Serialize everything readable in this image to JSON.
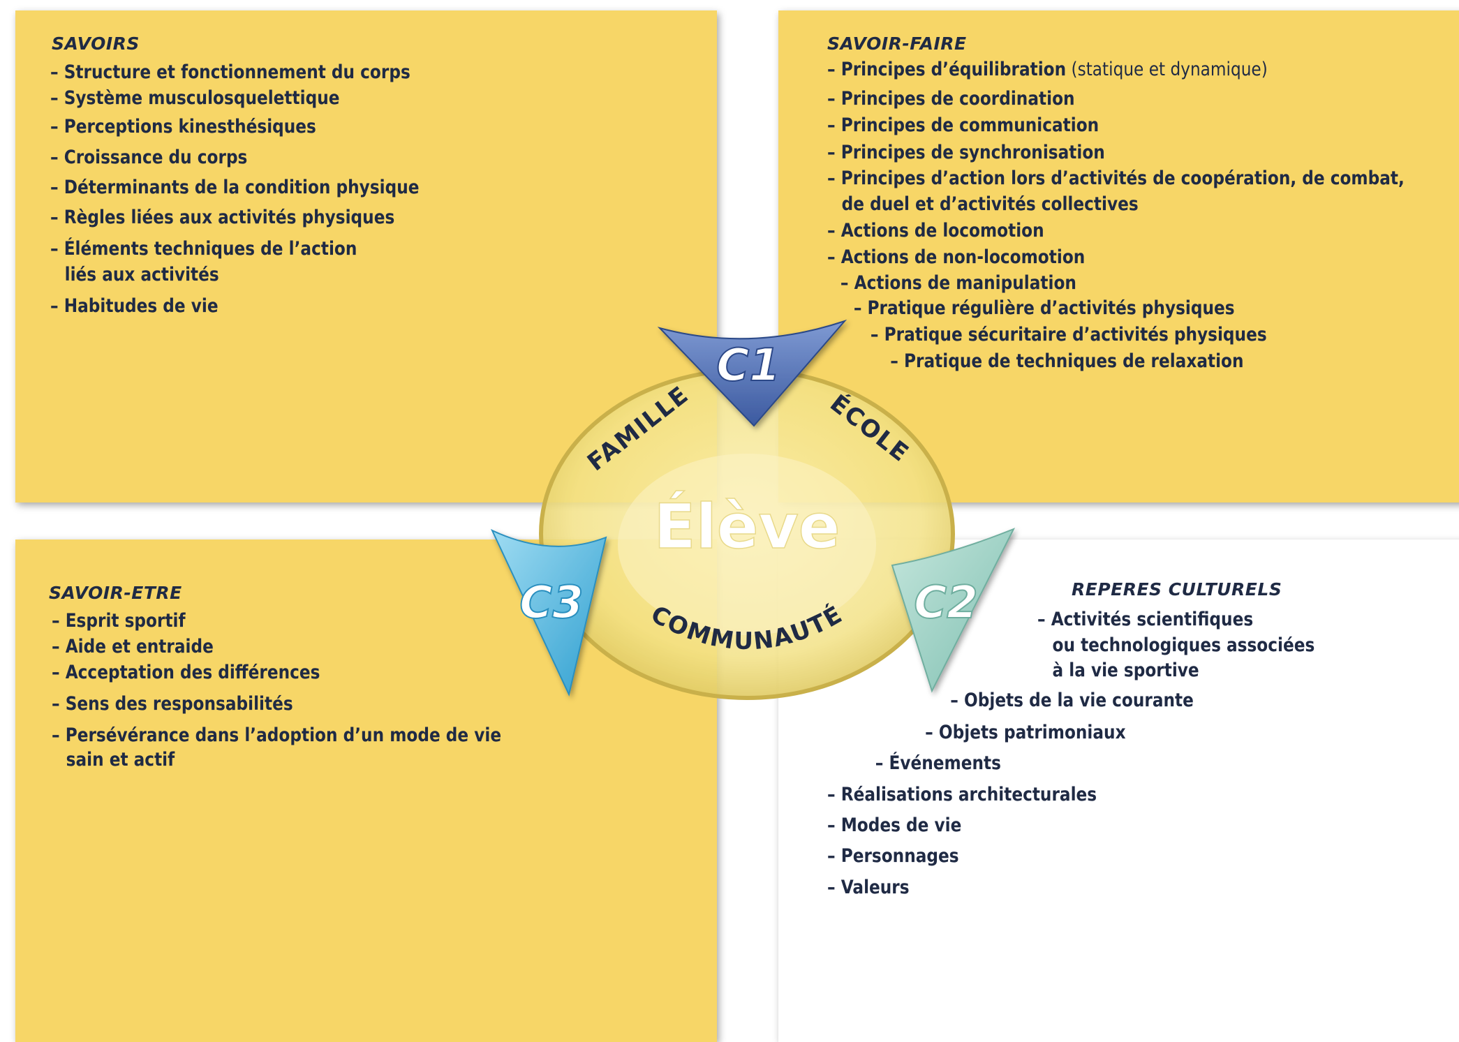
{
  "savoirs": {
    "heading": "SAVOIRS",
    "items": [
      "– Structure et fonctionnement du corps",
      "– Système musculosquelettique",
      "– Perceptions kinesthésiques",
      "– Croissance du corps",
      "– Déterminants de la condition physique",
      "– Règles liées aux activités physiques",
      "– Éléments techniques de l’action",
      "liés aux activités",
      "– Habitudes de vie"
    ]
  },
  "savoir_faire": {
    "heading": "SAVOIR-FAIRE",
    "items": [
      {
        "text": "– Principes d’équilibration",
        "note": " (statique et dynamique)"
      },
      {
        "text": "– Principes de coordination"
      },
      {
        "text": "– Principes de communication"
      },
      {
        "text": "– Principes de synchronisation"
      },
      {
        "text": "– Principes d’action lors d’activités de coopération, de combat,"
      },
      {
        "text": "de duel et d’activités collectives"
      },
      {
        "text": "– Actions de locomotion"
      },
      {
        "text": "– Actions de non-locomotion"
      },
      {
        "text": "– Actions de manipulation"
      },
      {
        "text": "– Pratique régulière d’activités physiques"
      },
      {
        "text": "– Pratique sécuritaire d’activités physiques"
      },
      {
        "text": "– Pratique de techniques de relaxation"
      }
    ]
  },
  "savoir_etre": {
    "heading": "SAVOIR-ETRE",
    "items": [
      "– Esprit sportif",
      "– Aide et entraide",
      "– Acceptation des différences",
      "– Sens des responsabilités",
      "– Persévérance dans l’adoption d’un mode de vie",
      "sain et actif"
    ]
  },
  "reperes": {
    "heading": "REPERES CULTURELS",
    "items": [
      "– Activités scientifiques",
      "ou technologiques associées",
      "à la vie sportive",
      "– Objets de la vie courante",
      "– Objets patrimoniaux",
      "– Événements",
      "– Réalisations architecturales",
      "– Modes de vie",
      "– Personnages",
      "– Valeurs"
    ]
  },
  "center": {
    "title": "Élève",
    "ring": {
      "top_left": "FAMILLE",
      "top_right": "ÉCOLE",
      "bottom": "COMMUNAUTÉ"
    },
    "competencies": {
      "c1": {
        "label": "C1",
        "color": "#5a7fc0"
      },
      "c2": {
        "label": "C2",
        "color": "#9fd2c7"
      },
      "c3": {
        "label": "C3",
        "color": "#4fb8e0"
      }
    }
  },
  "colors": {
    "panel_yellow": "#f7d667",
    "text_navy": "#1f2a44",
    "ring_yellow": "#f2e08a"
  }
}
